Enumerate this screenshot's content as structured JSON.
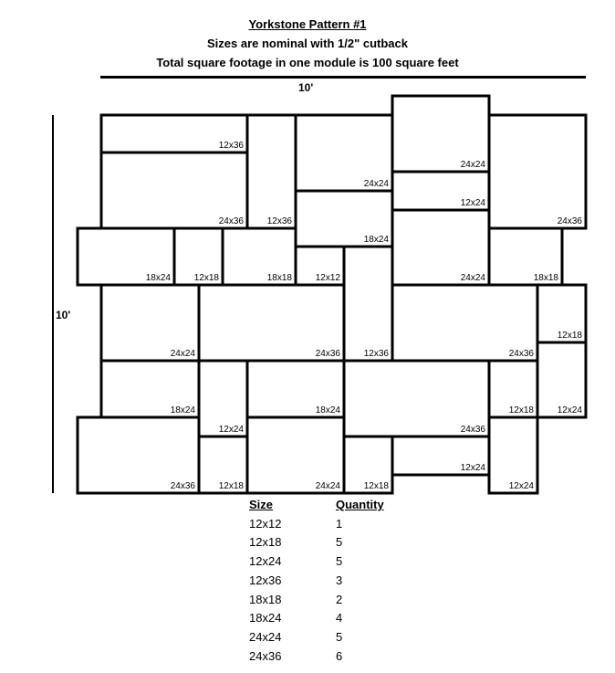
{
  "title": "Yorkstone Pattern #1",
  "subtitle_1": "Sizes are nominal with 1/2\" cutback",
  "subtitle_2": "Total square footage in one module is 100 square feet",
  "dim_width": "10'",
  "dim_height": "10'",
  "tile_labels": [
    "12x12",
    "12x18",
    "12x24",
    "12x36",
    "18x18",
    "18x24",
    "24x24",
    "24x36"
  ],
  "quantity_table": {
    "headers": [
      "Size",
      "Quantity"
    ],
    "rows": [
      [
        "12x12",
        "1"
      ],
      [
        "12x18",
        "5"
      ],
      [
        "12x24",
        "5"
      ],
      [
        "12x36",
        "3"
      ],
      [
        "18x18",
        "2"
      ],
      [
        "18x24",
        "4"
      ],
      [
        "24x24",
        "5"
      ],
      [
        "24x36",
        "6"
      ]
    ]
  }
}
